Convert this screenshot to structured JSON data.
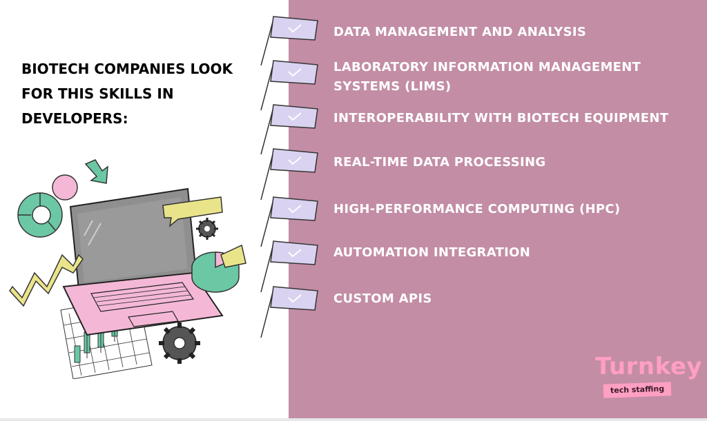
{
  "heading": "BIOTECH COMPANIES LOOK FOR THIS SKILLS IN DEVELOPERS:",
  "skills": [
    "DATA MANAGEMENT AND ANALYSIS",
    "LABORATORY INFORMATION MANAGEMENT SYSTEMS (LIMS)",
    "INTEROPERABILITY WITH BIOTECH EQUIPMENT",
    "REAL-TIME DATA PROCESSING",
    "HIGH-PERFORMANCE COMPUTING (HPC)",
    "AUTOMATION INTEGRATION",
    "CUSTOM APIS"
  ],
  "logo": {
    "word": "Turnkey",
    "tagline": "tech staffing"
  },
  "colors": {
    "panel": "#c38da5",
    "flag": "#d9d2f0",
    "logo": "#ff9fc2",
    "accent_green": "#6cc7a4",
    "accent_yellow": "#e9e48a",
    "accent_pink": "#f4b8d6"
  },
  "icons": [
    "check-flag-icon",
    "laptop-illustration",
    "gear-icon",
    "arrow-icon",
    "pie-chart-icon",
    "donut-chart-icon",
    "speech-bubble-icon",
    "candlestick-chart-icon"
  ]
}
